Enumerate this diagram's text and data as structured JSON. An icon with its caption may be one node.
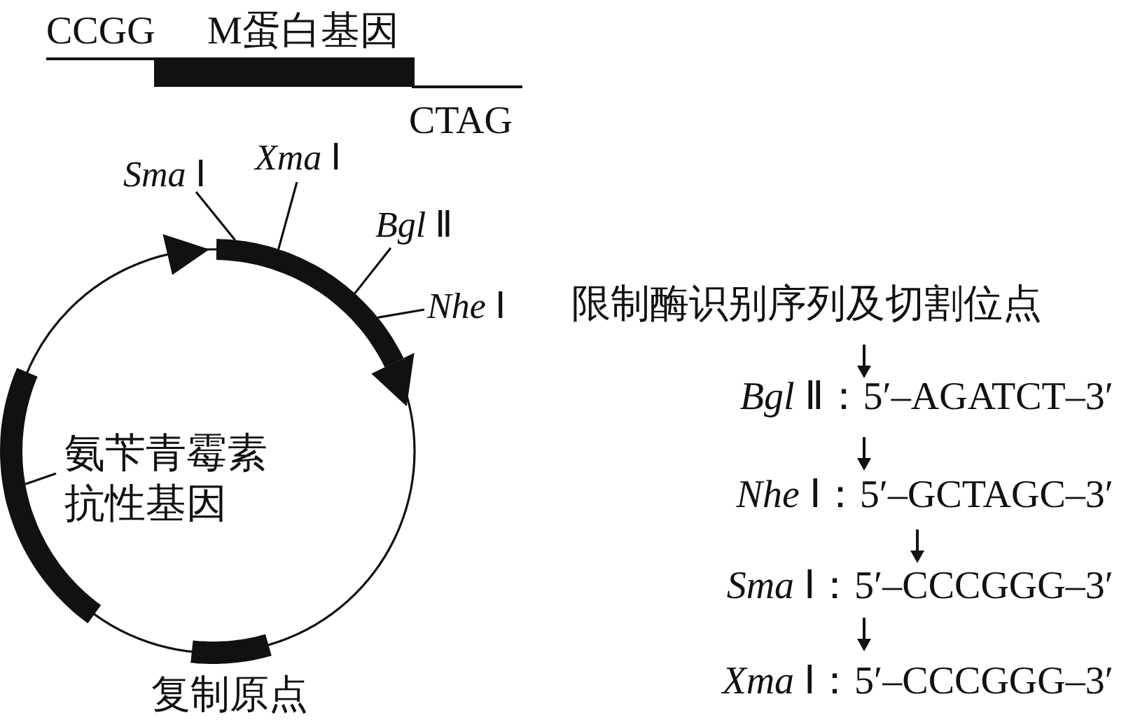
{
  "diagram": {
    "nodes": [
      {
        "text": [
          "*Sma* Ⅰ"
        ]
      },
      {
        "text": [
          "*Xma* Ⅰ"
        ]
      },
      {
        "text": [
          "*Bgl* Ⅱ"
        ]
      },
      {
        "text": [
          "*Nhe* Ⅰ"
        ]
      },
      {
        "text": [],
        "shape": "bar"
      },
      {
        "text": [
          "氨苄青霉素抗性基因"
        ]
      },
      {
        "text": [],
        "shape": "bar"
      }
    ],
    "edges": [
      {
        "from": 0,
        "to": 4,
        "arrow": "none"
      },
      {
        "from": 1,
        "to": 4,
        "arrow": "none"
      },
      {
        "from": 2,
        "to": 4,
        "arrow": "none"
      },
      {
        "from": 3,
        "to": 4,
        "arrow": "none"
      },
      {
        "from": 5,
        "to": 6,
        "arrow": "none"
      }
    ],
    "labels": [
      "CCGG",
      "M蛋白基因",
      "CTAG",
      "限制酶识别序列及切割位点",
      "*Bgl* Ⅱ：5′–AGATCT–3′",
      "*Nhe* Ⅰ：5′–GCTAGC–3′",
      "*Sma* Ⅰ：5′–CCCGGG–3′",
      "*Xma* Ⅰ：5′–CCCGGG–3′",
      "复制原点"
    ]
  }
}
